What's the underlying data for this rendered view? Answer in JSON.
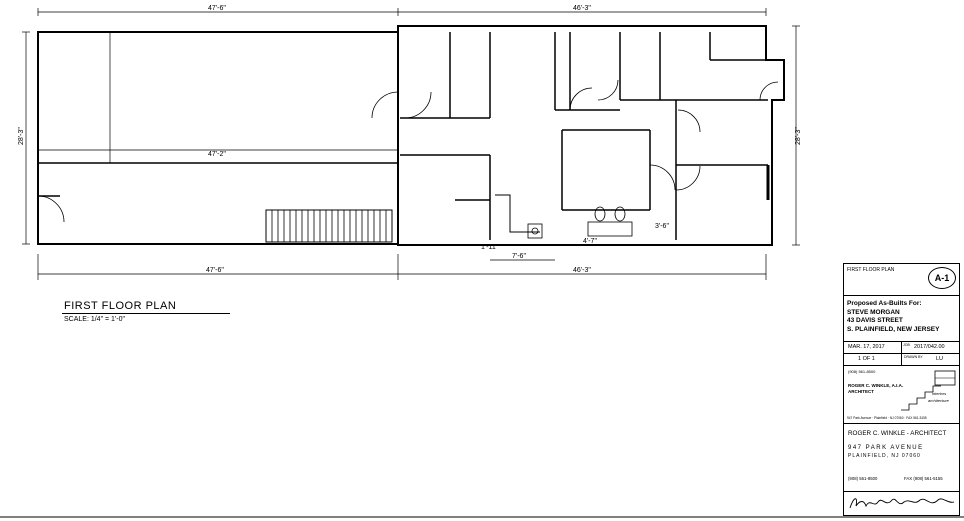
{
  "drawing": {
    "title": "FIRST FLOOR PLAN",
    "scale": "SCALE: 1/4\" = 1'-0\"",
    "dims": {
      "top_left": "47'-6\"",
      "top_right": "46'-3\"",
      "bottom_left": "47'-6\"",
      "bottom_right": "46'-3\"",
      "left": "28'-3\"",
      "right": "28'-3\"",
      "middle": "47'-2\"",
      "bottom_a": "7'-6\"",
      "bottom_b": "4'-7\"",
      "bottom_c": "3'-6\"",
      "small": "1'-11\""
    }
  },
  "title_block": {
    "sheet_label": "FIRST FLOOR PLAN",
    "sheet_number": "A-1",
    "project_lines": [
      "Proposed As-Builts For:",
      "STEVE MORGAN",
      "43 DAVIS STREET",
      "S. PLAINFIELD, NEW JERSEY"
    ],
    "date": "MAR. 17, 2017",
    "job_prefix": "JOB",
    "job_number": "2017/042.00",
    "sheet_count": "1 OF 1",
    "drawn_by_label": "DRAWN BY",
    "drawn_by": "LU",
    "phone": "(908) 561-8500",
    "firm_small": "ROGER C. WINKLE, A.I.A.",
    "firm_role": "ARCHITECT",
    "logo_word1": "interiors",
    "logo_word2": "architecture",
    "address_small": "947 Park Avenue · Plainfield · NJ 07060 · FAX 561-5155",
    "firm_name": "ROGER C. WINKLE - ARCHITECT",
    "address_line1": "947 PARK AVENUE",
    "address_line2": "PLAINFIELD, NJ 07060",
    "phone_line": "(908) 561-8500",
    "fax_line": "FAX (908) 561-5155"
  }
}
